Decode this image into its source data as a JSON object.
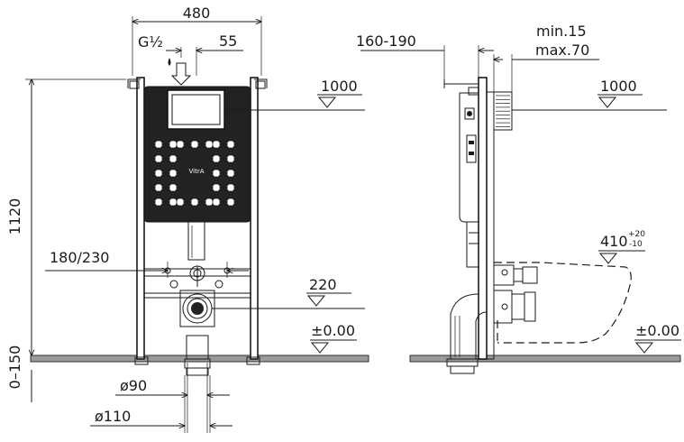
{
  "front_view": {
    "width_label": "480",
    "supply_label": "G½",
    "supply_offset_label": "55",
    "height_label": "1120",
    "bolt_spacing_label": "180/230",
    "actuator_height_label": "1000",
    "outlet_height_label": "220",
    "floor_label": "±0.00",
    "floor_build_label": "0–150",
    "pipe_small_label": "ø90",
    "pipe_large_label": "ø110",
    "logo_text": "VitrA"
  },
  "side_view": {
    "depth_range_label": "160-190",
    "wall_min_label": "min.15",
    "wall_max_label": "max.70",
    "actuator_height_label": "1000",
    "bowl_height_label": "410",
    "bowl_tol_plus": "+20",
    "bowl_tol_minus": "-10",
    "floor_label": "±0.00"
  },
  "colors": {
    "line": "#1a1a1a",
    "cistern": "#222222",
    "floor": "#9a9a9a"
  }
}
